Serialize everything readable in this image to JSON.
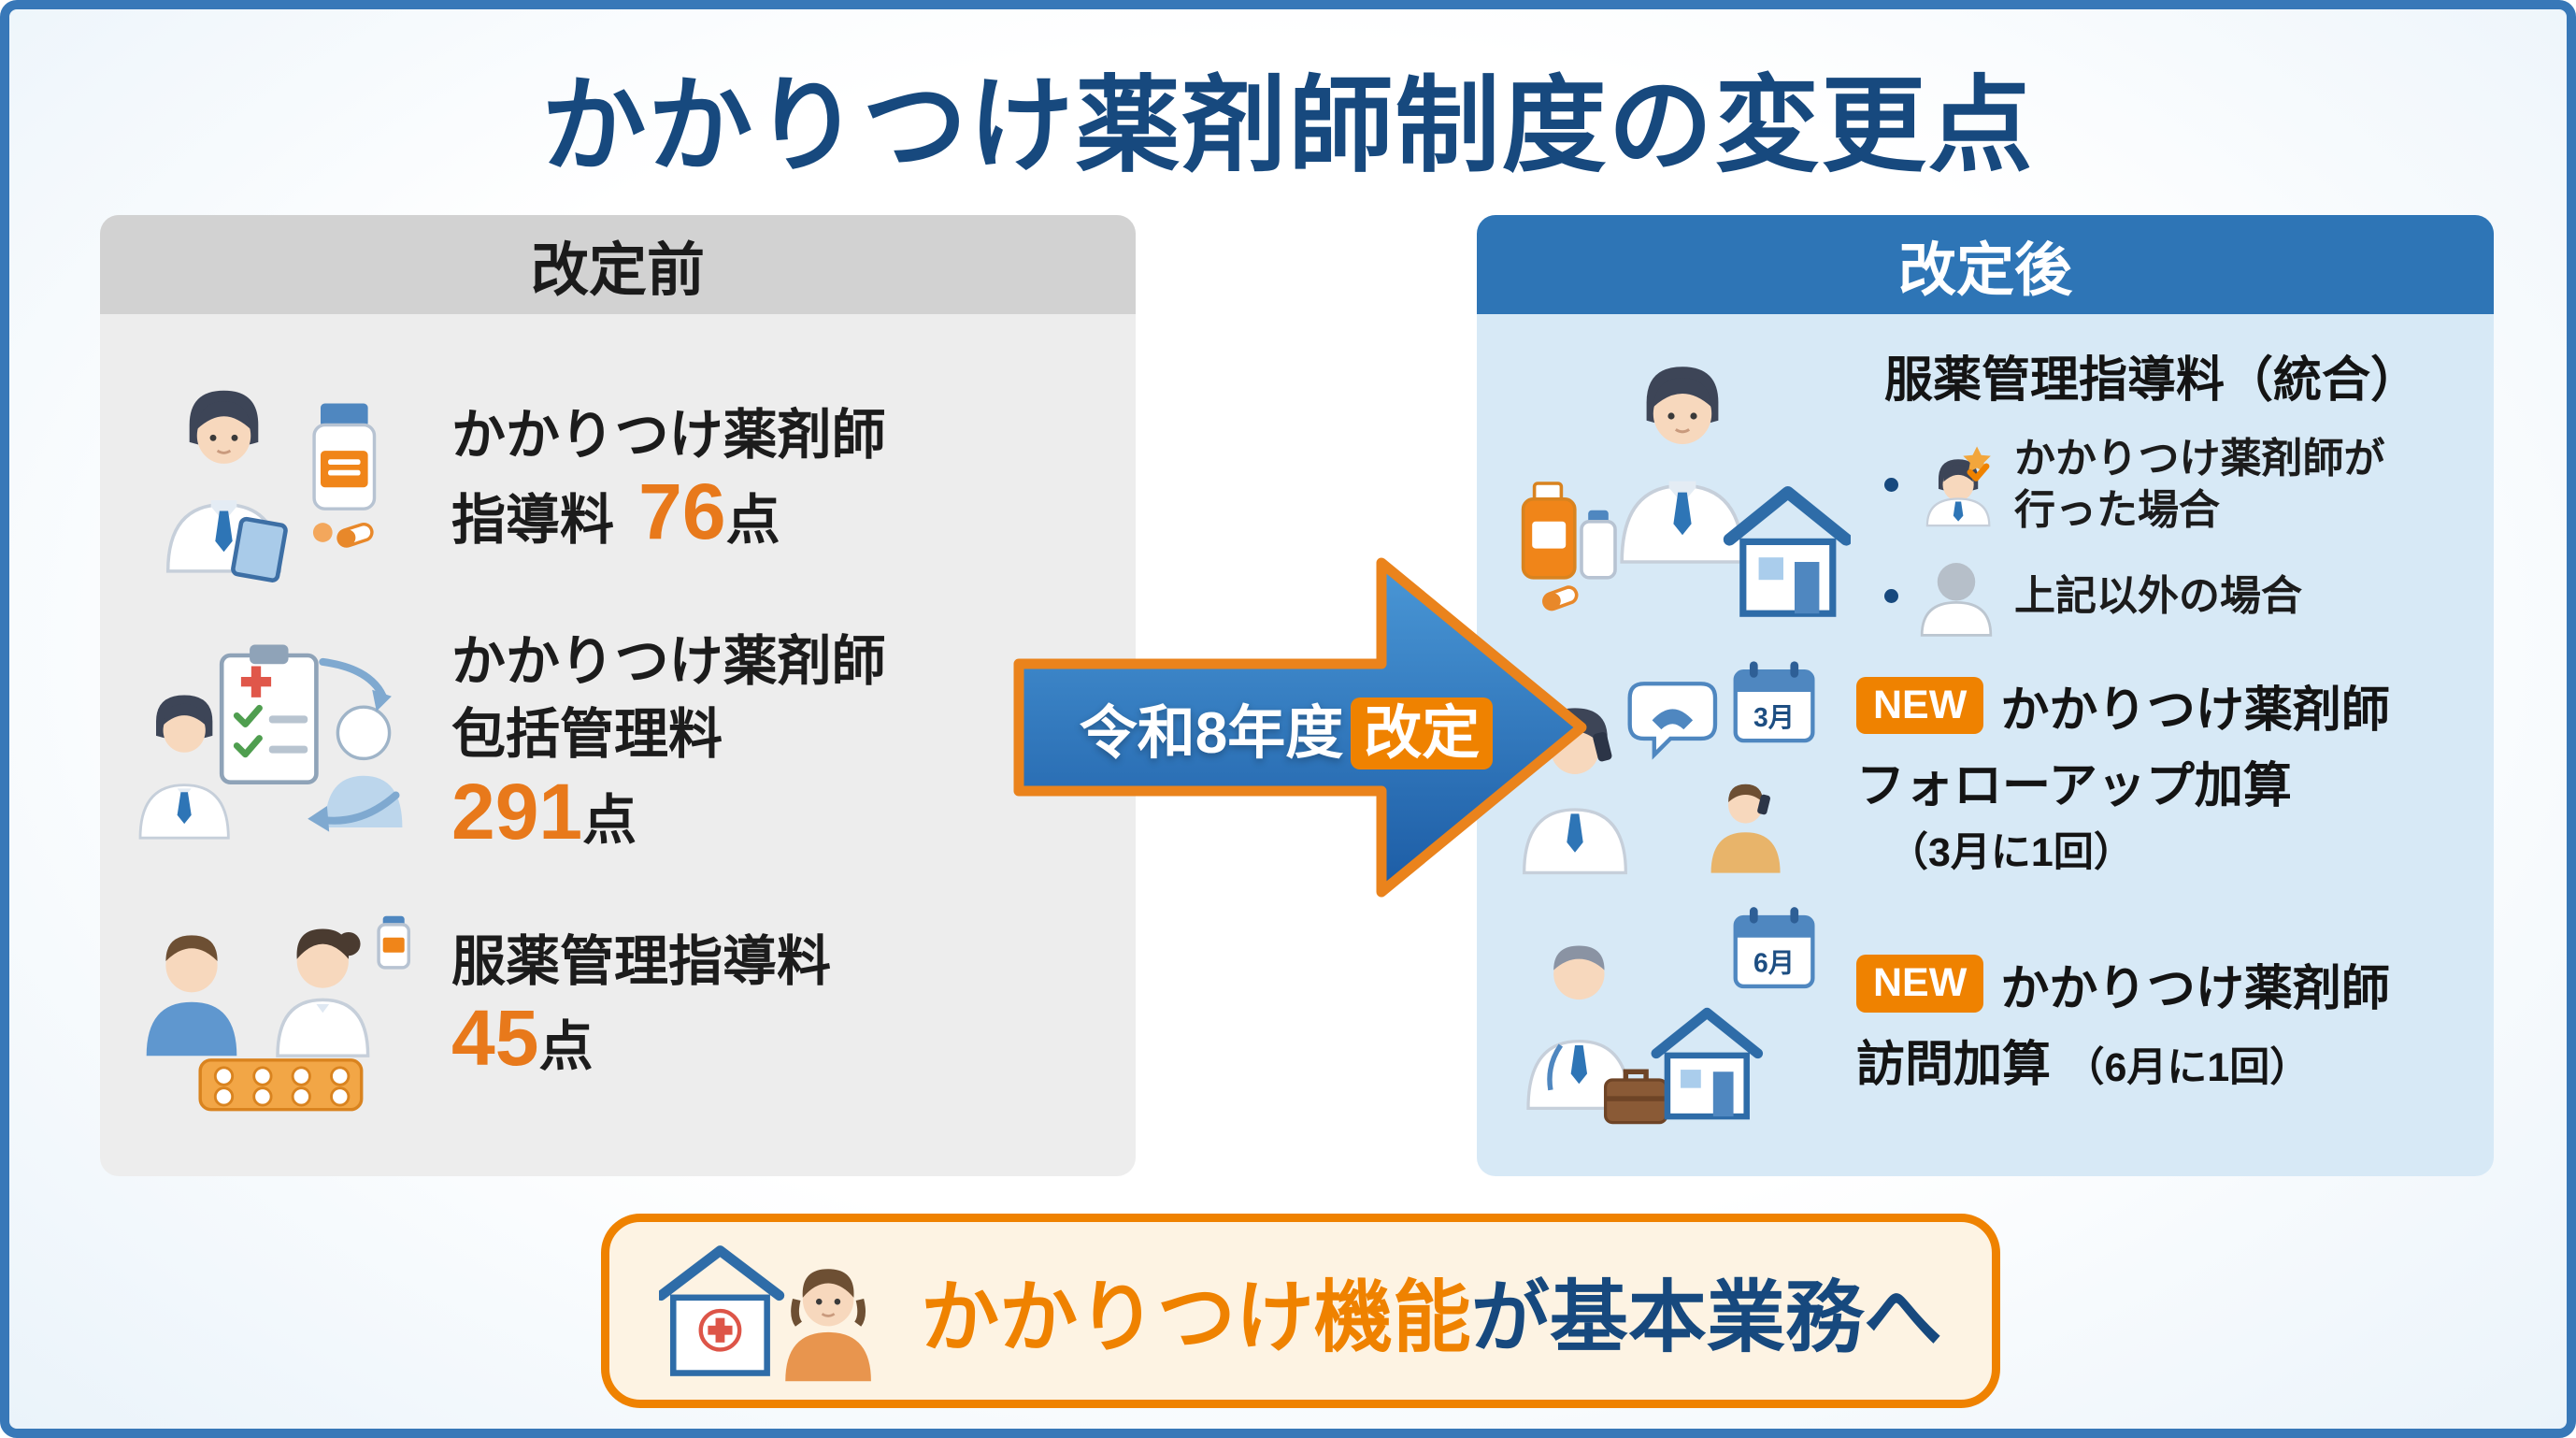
{
  "title": "かかりつけ薬剤師制度の変更点",
  "before": {
    "header": "改定前",
    "items": [
      {
        "line1": "かかりつけ薬剤師",
        "line2": "指導料",
        "points": "76",
        "unit": "点"
      },
      {
        "line1": "かかりつけ薬剤師",
        "line2": "包括管理料",
        "points": "291",
        "unit": "点"
      },
      {
        "line1": "服薬管理指導料",
        "points": "45",
        "unit": "点"
      }
    ]
  },
  "arrow": {
    "era": "令和8年度",
    "highlight": "改定"
  },
  "after": {
    "header": "改定後",
    "item1": {
      "title": "服薬管理指導料（統合）",
      "bullet1_line1": "かかりつけ薬剤師が",
      "bullet1_line2": "行った場合",
      "bullet2": "上記以外の場合"
    },
    "item2": {
      "badge": "NEW",
      "line1": "かかりつけ薬剤師",
      "line2": "フォローアップ加算",
      "note": "（3月に1回）",
      "calendar_label": "3月"
    },
    "item3": {
      "badge": "NEW",
      "line1": "かかりつけ薬剤師",
      "line2": "訪問加算",
      "note": "（6月に1回）",
      "calendar_label": "6月"
    }
  },
  "banner": {
    "highlight": "かかりつけ機能",
    "rest": "が基本業務へ"
  },
  "colors": {
    "accent_orange": "#ef8200",
    "navy": "#17497e",
    "panel_blue": "#d7e9f6",
    "header_blue": "#2e75b6"
  }
}
